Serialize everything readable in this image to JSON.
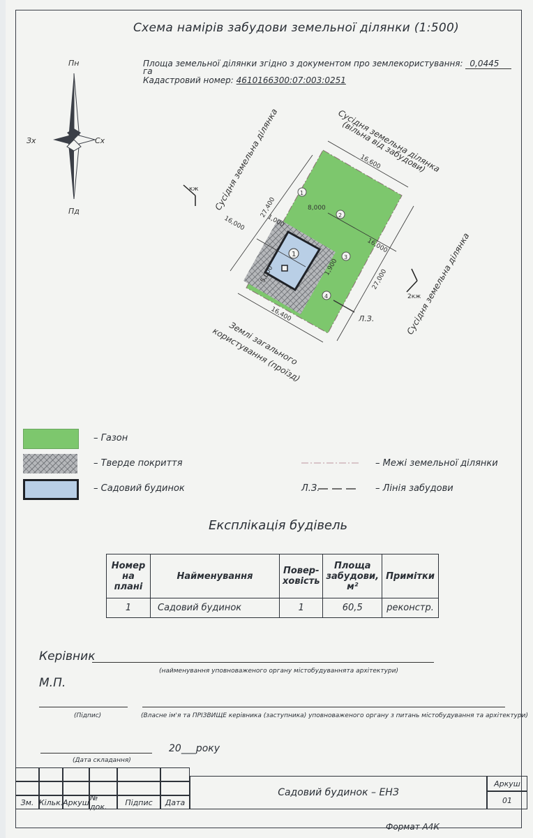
{
  "header": {
    "title": "Схема намірів забудови земельної ділянки (1:500)",
    "area_text": "Площа земельної ділянки згідно з документом про землекористування:",
    "area_value": "0,0445",
    "area_unit": "га",
    "cadastral_label": "Кадастровий номер:",
    "cadastral_value": "4610166300:07:003:0251"
  },
  "compass": {
    "north": "Пн",
    "south": "Пд",
    "east": "Сх",
    "west": "Зх"
  },
  "plan": {
    "neighbor_top": "Сусідня земельна ділянка",
    "neighbor_top_note": "(вільна від забудови)",
    "neighbor_left": "Сусідня земельна ділянка",
    "neighbor_right": "Сусідня земельна ділянка",
    "road": "Землі загального",
    "road2": "користування (проїзд)",
    "dim_top": "16,600",
    "dim_left": "27,400",
    "dim_right": "27,000",
    "dim_bottom": "16,400",
    "dim_16a": "16,000",
    "dim_16b": "16,000",
    "dim_8": "8,000",
    "dim_1": "1,000",
    "dim_5": "5,000",
    "dim_19": "1,900",
    "building_no": "1",
    "point1": "1",
    "point2": "2",
    "point3": "3",
    "point4": "4",
    "kzh1": "кж",
    "kzh2": "2кж",
    "lz": "Л.З."
  },
  "legend": {
    "lawn": "– Газон",
    "hard": "– Тверде покриття",
    "house": "– Садовий будинок",
    "border": "– Межі земельної ділянки",
    "build_line_prefix": "Л.З.",
    "build_line": "– Лінія забудови"
  },
  "colors": {
    "lawn": "#7dc76d",
    "house": "#b9cfe6",
    "hatch": "#8f9296"
  },
  "explication": {
    "title": "Експлікація будівель",
    "headers": [
      "Номер на плані",
      "Найменування",
      "Повер-ховість",
      "Площа забудови, м²",
      "Примітки"
    ],
    "rows": [
      [
        "1",
        "Садовий будинок",
        "1",
        "60,5",
        "реконстр."
      ]
    ]
  },
  "signatures": {
    "head": "Керівник",
    "head_caption": "(найменування уповноваженого органу містобудуваннята архітектури)",
    "seal": "М.П.",
    "sign_caption": "(Підпис)",
    "name_caption": "(Власне ім'я та ПРІЗВИЩЕ керівника (заступника) уповноваженого органу з питань містобудування та архітектури)",
    "year": "20___року",
    "date_caption": "(Дата складання)"
  },
  "stamp": {
    "cols": [
      "Зм.",
      "Кільк.",
      "Аркуш",
      "№ док.",
      "Підпис",
      "Дата"
    ],
    "name": "Садовий будинок – ЕНЗ",
    "sheet_label": "Аркуш",
    "sheet_no": "01",
    "format": "Формат А4К"
  }
}
